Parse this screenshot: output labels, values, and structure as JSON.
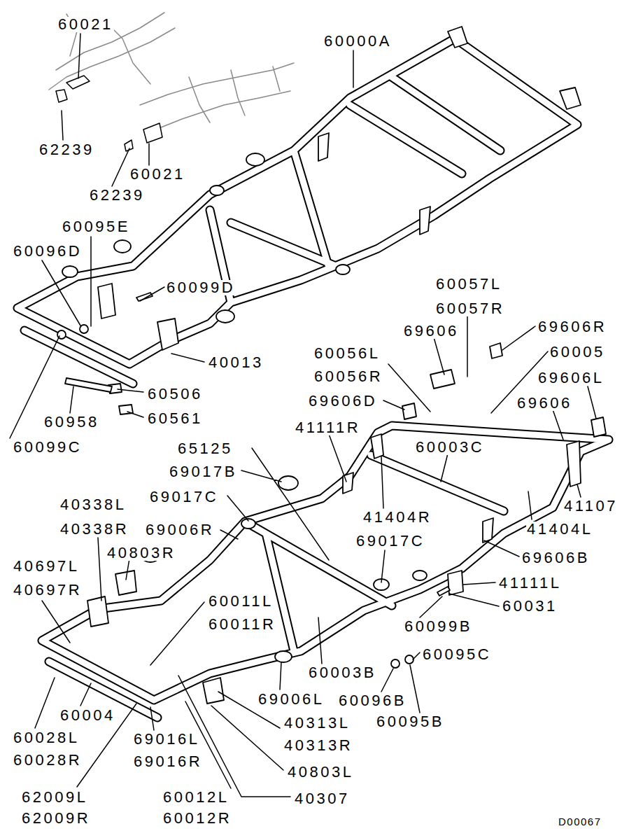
{
  "diagram": {
    "labels": [
      "60021",
      "62239",
      "60021",
      "62239",
      "60000A",
      "60095E",
      "60096D",
      "60099D",
      "40013",
      "60506",
      "60958",
      "60561",
      "60099C",
      "60057L",
      "60057R",
      "69606",
      "69606R",
      "60005",
      "60056L",
      "60056R",
      "69606L",
      "69606D",
      "69606",
      "41111R",
      "65125",
      "60003C",
      "69017B",
      "69017C",
      "41404R",
      "41107",
      "41404L",
      "40338L",
      "40338R",
      "69006R",
      "69017C",
      "40803R",
      "69606B",
      "40697L",
      "40697R",
      "41111L",
      "60011L",
      "60011R",
      "60031",
      "60099B",
      "60095C",
      "60003B",
      "60004",
      "69006L",
      "60096B",
      "60095B",
      "40313L",
      "40313R",
      "60028L",
      "60028R",
      "40803L",
      "69016L",
      "69016R",
      "62009L",
      "62009R",
      "60012L",
      "60012R",
      "40307",
      "D00067"
    ]
  }
}
